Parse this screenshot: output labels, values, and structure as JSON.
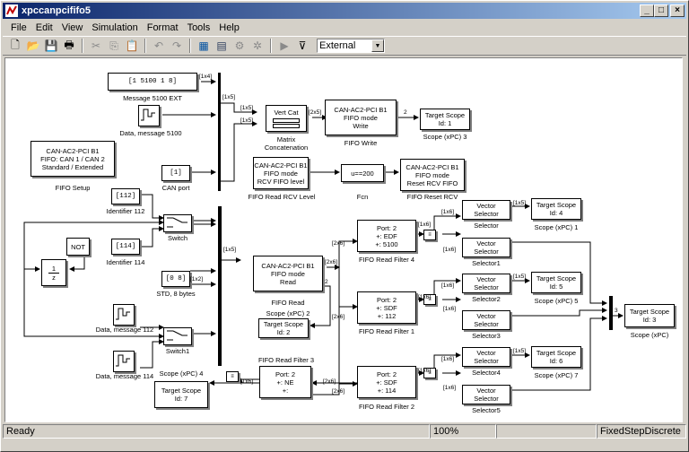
{
  "window": {
    "title": "xpccanpcififo5"
  },
  "menu": [
    "File",
    "Edit",
    "View",
    "Simulation",
    "Format",
    "Tools",
    "Help"
  ],
  "toolbar": {
    "mode_value": "External"
  },
  "blocks": {
    "msg_ext": {
      "value": "[1 5100     1     8]",
      "caption": "Message 5100 EXT"
    },
    "data5100": {
      "caption": "Data, message 5100"
    },
    "fifo_setup": {
      "lines": [
        "CAN-AC2-PCI B1",
        "FIFO: CAN 1 / CAN 2",
        "Standard / Extended"
      ],
      "caption": "FIFO Setup"
    },
    "can_port": {
      "value": "[1]",
      "caption": "CAN port"
    },
    "id112": {
      "value": "[112]",
      "caption": "Identifier 112"
    },
    "id114": {
      "value": "[114]",
      "caption": "Identifier 114"
    },
    "not": {
      "label": "NOT"
    },
    "delay": {
      "num": "1",
      "den": "z"
    },
    "switch": {
      "caption": "Switch"
    },
    "std": {
      "value": "[0 8]",
      "caption": "STD, 8 bytes"
    },
    "data112": {
      "caption": "Data, message 112"
    },
    "switch1": {
      "caption": "Switch1"
    },
    "data114": {
      "caption": "Data, message 114"
    },
    "vertcat": {
      "label": "Vert Cat",
      "caption": "Matrix\nConcatenation"
    },
    "fifo_write": {
      "lines": [
        "CAN-AC2-PCI B1",
        "FIFO mode",
        "Write"
      ],
      "caption": "FIFO Write"
    },
    "scope3": {
      "lines": [
        "Target Scope",
        "Id: 1"
      ],
      "caption": "Scope (xPC) 3"
    },
    "rcv_level": {
      "lines": [
        "CAN-AC2-PCI B1",
        "FIFO mode",
        "RCV FIFO level"
      ],
      "caption": "FIFO Read RCV Level"
    },
    "fcn": {
      "label": "u==200",
      "caption": "Fcn"
    },
    "reset_rcv": {
      "lines": [
        "CAN-AC2-PCI B1",
        "FIFO mode",
        "Reset RCV FIFO"
      ],
      "caption": "FIFO Reset RCV"
    },
    "fifo_read": {
      "lines": [
        "CAN-AC2-PCI B1",
        "FIFO mode",
        "Read"
      ],
      "caption": "FIFO Read"
    },
    "scope2": {
      "lines": [
        "Target Scope",
        "Id: 2"
      ],
      "caption": "Scope (xPC) 2"
    },
    "filter4": {
      "lines": [
        "Port: 2",
        "+: EDF",
        "+: 5100"
      ],
      "caption": "FIFO Read Filter 4"
    },
    "filter1": {
      "lines": [
        "Port: 2",
        "+: SDF",
        "+: 112"
      ],
      "caption": "FIFO Read Filter 1"
    },
    "filter2": {
      "lines": [
        "Port: 2",
        "+: SDF",
        "+: 114"
      ],
      "caption": "FIFO Read Filter 2"
    },
    "filter3": {
      "lines": [
        "Port: 2",
        "+: NE",
        "+:"
      ],
      "caption": "FIFO Read Filter 3"
    },
    "scope4": {
      "lines": [
        "Target Scope",
        "Id: 7"
      ],
      "caption": "Scope (xPC) 4"
    },
    "selector": {
      "lines": [
        "Vector",
        "Selector"
      ],
      "caption": "Selector"
    },
    "selector1": {
      "lines": [
        "Vector",
        "Selector"
      ],
      "caption": "Selector1"
    },
    "selector2": {
      "lines": [
        "Vector",
        "Selector"
      ],
      "caption": "Selector2"
    },
    "selector3": {
      "lines": [
        "Vector",
        "Selector"
      ],
      "caption": "Selector3"
    },
    "selector4": {
      "lines": [
        "Vector",
        "Selector"
      ],
      "caption": "Selector4"
    },
    "selector5": {
      "lines": [
        "Vector",
        "Selector"
      ],
      "caption": "Selector5"
    },
    "scope1": {
      "lines": [
        "Target Scope",
        "Id: 4"
      ],
      "caption": "Scope (xPC) 1"
    },
    "scope5": {
      "lines": [
        "Target Scope",
        "Id: 5"
      ],
      "caption": "Scope (xPC) 5"
    },
    "scope7": {
      "lines": [
        "Target Scope",
        "Id: 6"
      ],
      "caption": "Scope (xPC) 7"
    },
    "scope": {
      "lines": [
        "Target Scope",
        "Id: 3"
      ],
      "caption": "Scope (xPC)"
    }
  },
  "signals": {
    "s1x4": "[1x4]",
    "s1x5": "[1x5]",
    "s2x5": "[2x5]",
    "s2": "2",
    "s1x2": "[1x2]",
    "s2x6": "[2x6]",
    "s1x6": "[1x6]",
    "s3": "3",
    "s1x5b": "[1x5]"
  },
  "status": {
    "left": "Ready",
    "zoom": "100%",
    "solver": "FixedStepDiscrete"
  }
}
